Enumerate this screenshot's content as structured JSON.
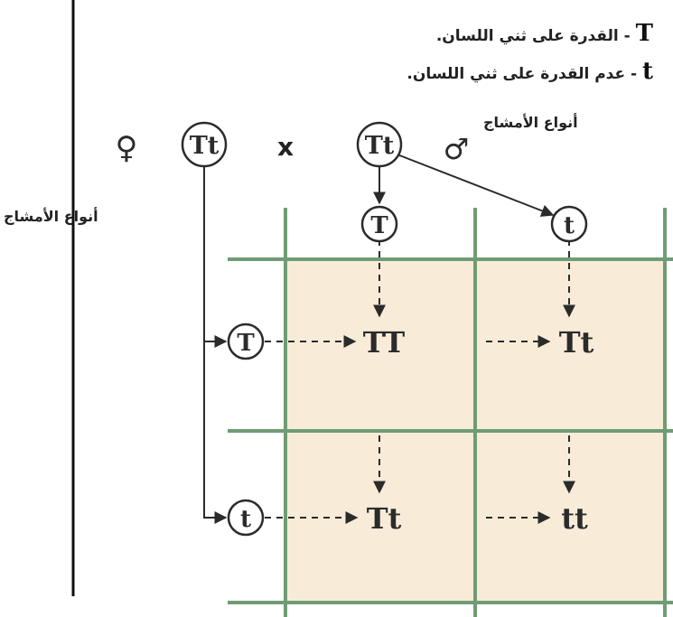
{
  "legend": {
    "dominant_symbol": "T",
    "dominant_text": "- القدرة على ثني اللسان.",
    "recessive_symbol": "t",
    "recessive_text": "- عدم القدرة على ثني اللسان."
  },
  "cross": {
    "female_symbol": "♀",
    "female_genotype": "Tt",
    "cross_sign": "x",
    "male_genotype": "Tt",
    "male_symbol": "♂"
  },
  "labels": {
    "male_gametes_label": "أنواع الأمشاج",
    "female_gametes_label": "أنواع الأمشاج"
  },
  "male_gametes": [
    "T",
    "t"
  ],
  "female_gametes": [
    "T",
    "t"
  ],
  "offspring": [
    [
      "TT",
      "Tt"
    ],
    [
      "Tt",
      "tt"
    ]
  ],
  "colors": {
    "grid_line": "#6f9c74",
    "cell_fill": "#f8ecd8",
    "ink": "#2b2b2b"
  }
}
